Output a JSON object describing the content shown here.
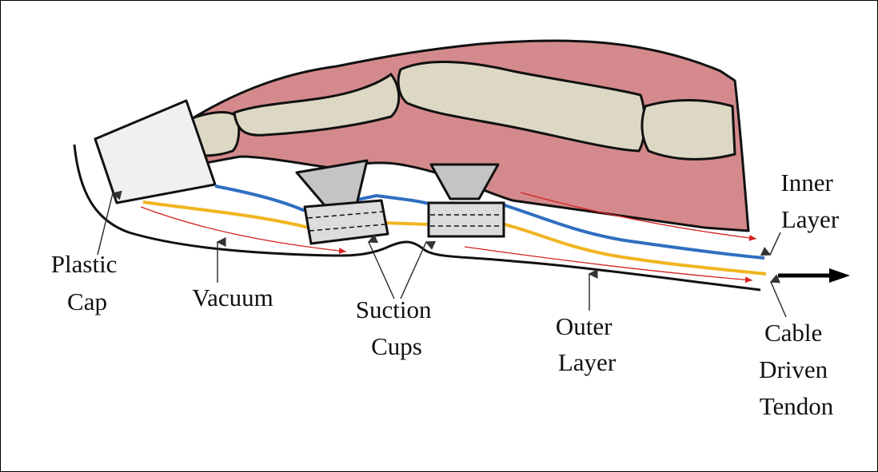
{
  "labels": {
    "plastic_cap": [
      "Plastic",
      "Cap"
    ],
    "vacuum": [
      "Vacuum"
    ],
    "suction_cups": [
      "Suction",
      "Cups"
    ],
    "outer_layer": [
      "Outer",
      "Layer"
    ],
    "inner_layer": [
      "Inner",
      "Layer"
    ],
    "cable_tendon": [
      "Cable",
      "Driven",
      "Tendon"
    ]
  },
  "colors": {
    "tissue": "#d48a8c",
    "bone": "#dcd8c4",
    "inner_layer": "#2f6fc0",
    "tendon": "#f0b51f",
    "vacuum_arrows": "#d42020",
    "cap": "#f0f0f0",
    "cup": "#c4c4c4"
  }
}
